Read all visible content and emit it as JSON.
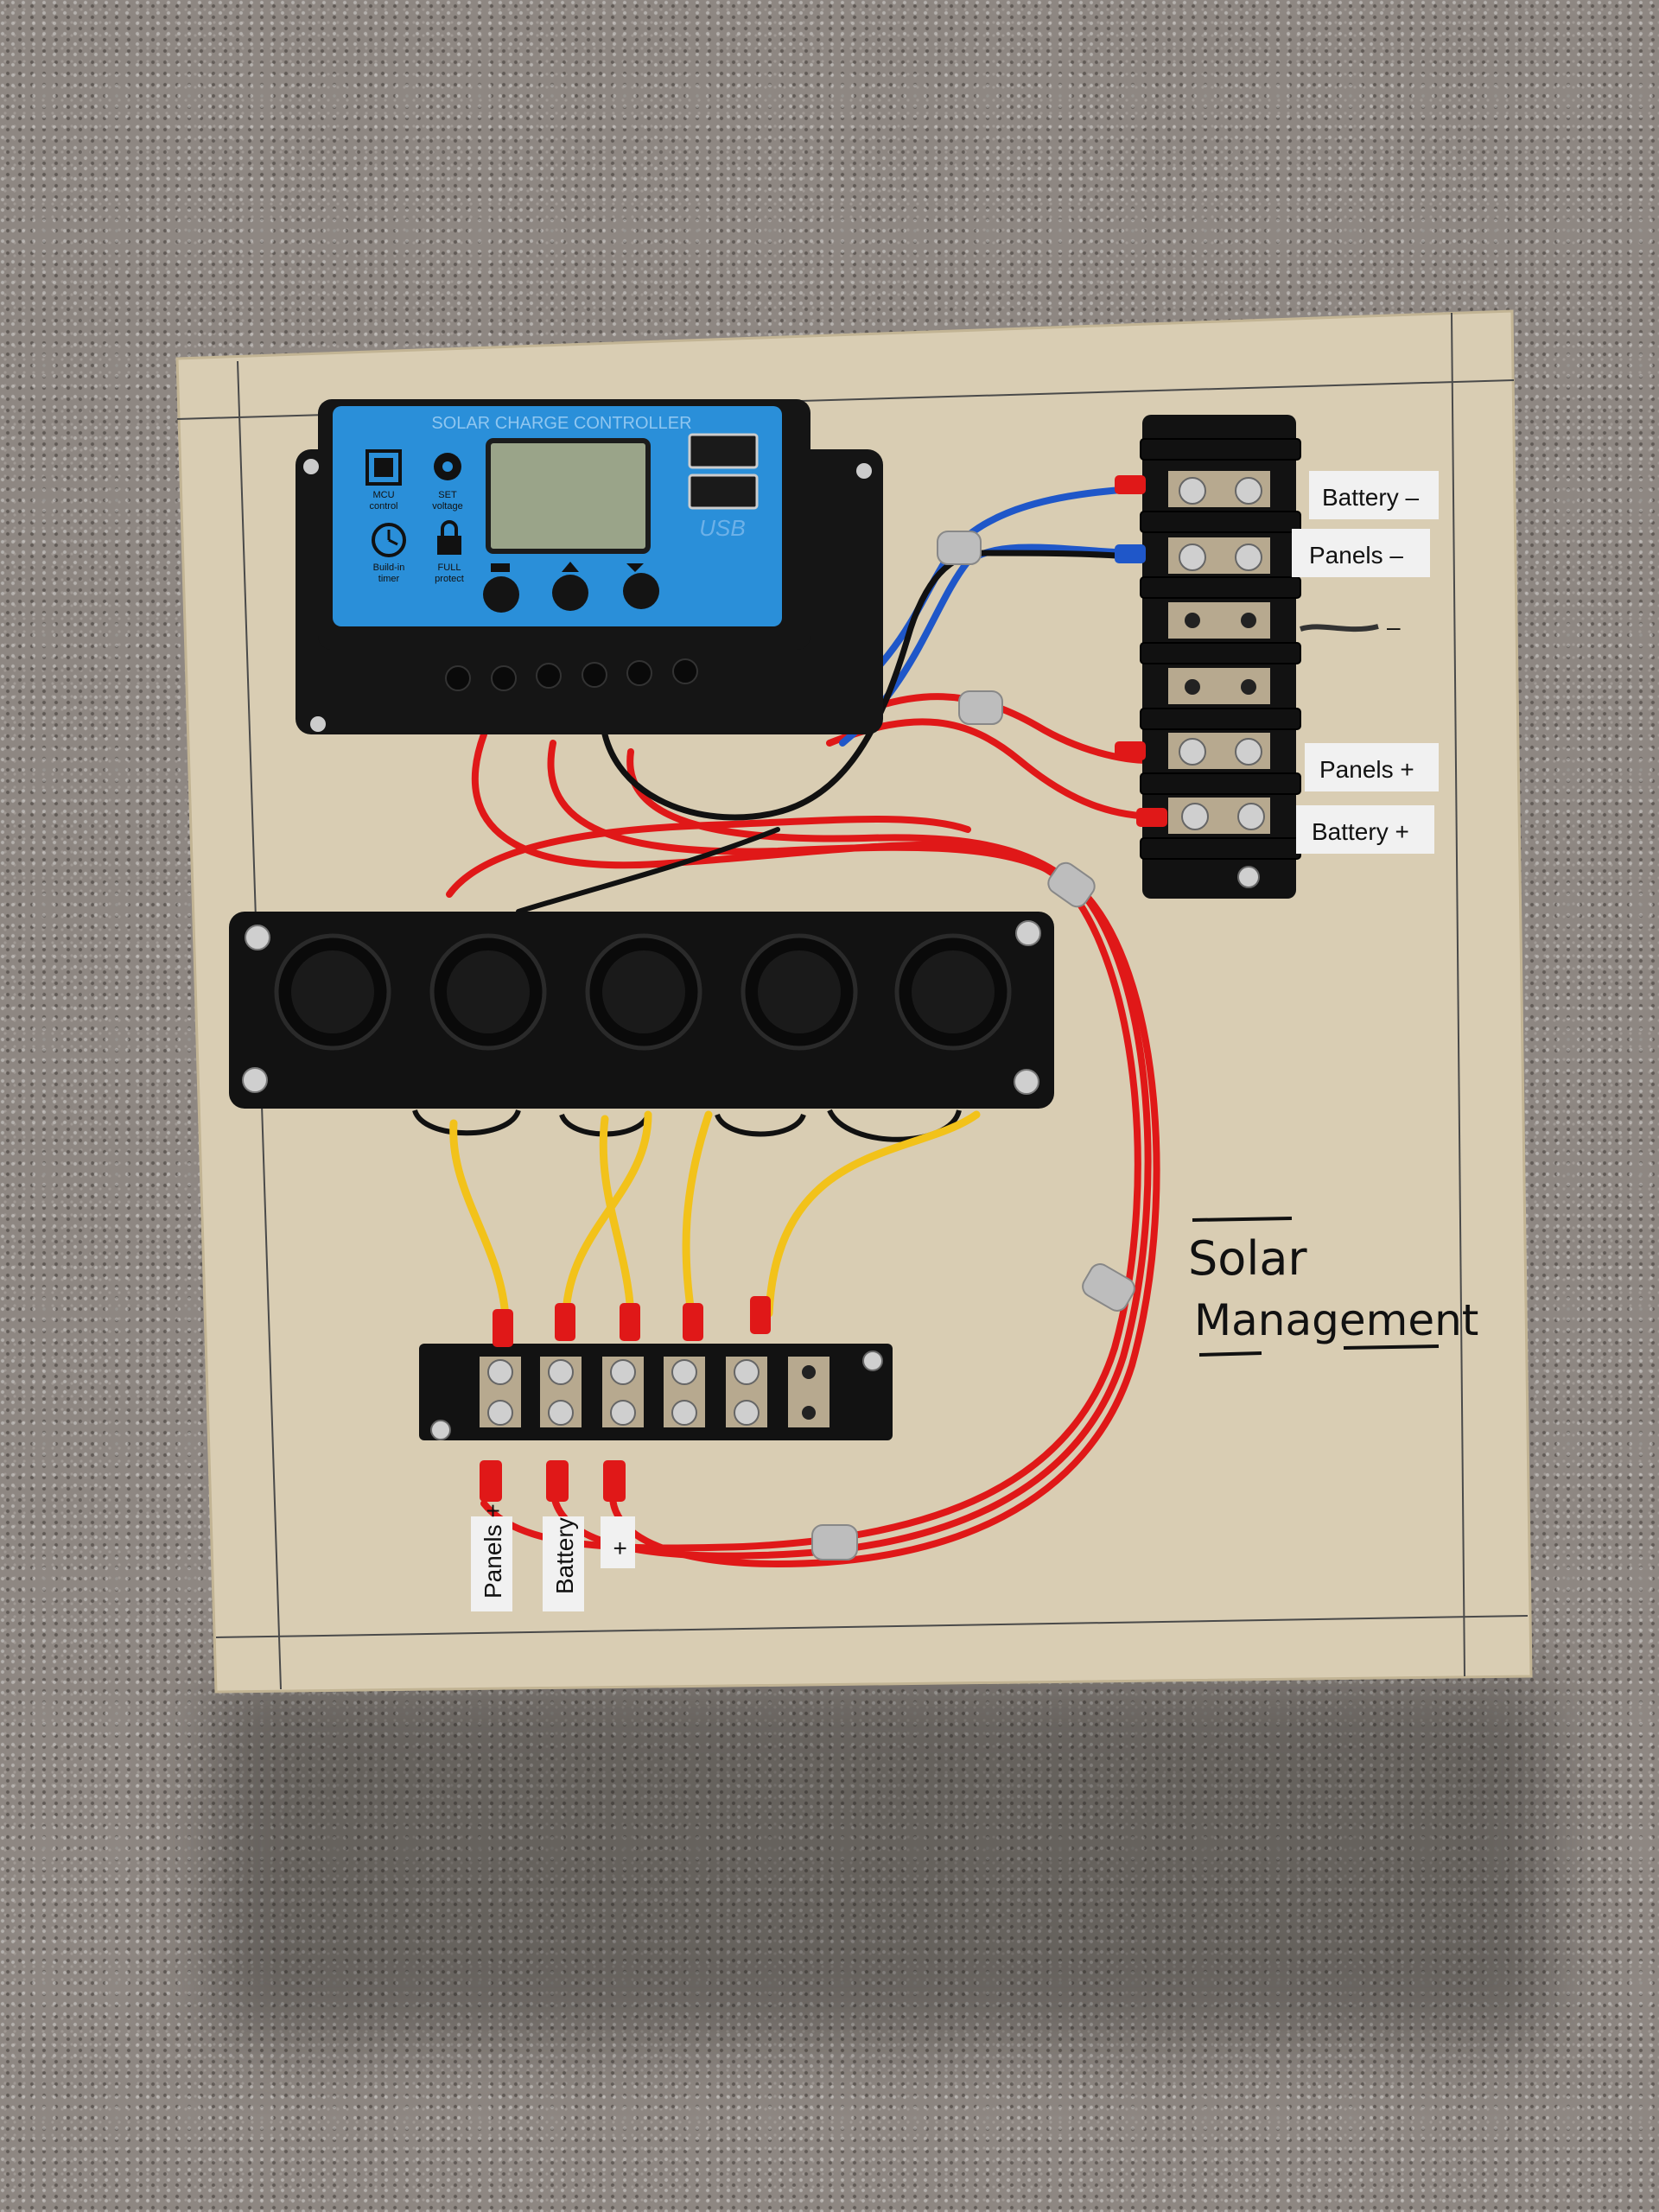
{
  "controller": {
    "title": "SOLAR CHARGE CONTROLLER",
    "usb_label": "USB",
    "icons": [
      {
        "name": "mcu-chip-icon",
        "label_line1": "MCU",
        "label_line2": "control"
      },
      {
        "name": "gear-icon",
        "label_line1": "SET",
        "label_line2": "voltage"
      },
      {
        "name": "clock-icon",
        "label_line1": "Build-in",
        "label_line2": "timer"
      },
      {
        "name": "lock-icon",
        "label_line1": "FULL",
        "label_line2": "protect"
      }
    ]
  },
  "terminal_labels": {
    "battery_neg": "Battery –",
    "panels_neg": "Panels –",
    "crossed_neg": "–",
    "panels_pos": "Panels +",
    "battery_pos": "Battery +"
  },
  "lower_labels": {
    "panels": "Panels +",
    "battery": "Battery",
    "third": "+"
  },
  "handwriting": {
    "line1": "Solar",
    "line2": "Management"
  },
  "colors": {
    "board": "#d9cdb3",
    "controller_blue": "#2a8fd9",
    "wire_red": "#e01818",
    "wire_yellow": "#f2c21a",
    "wire_blue": "#1f57c9",
    "wire_black": "#111111"
  }
}
